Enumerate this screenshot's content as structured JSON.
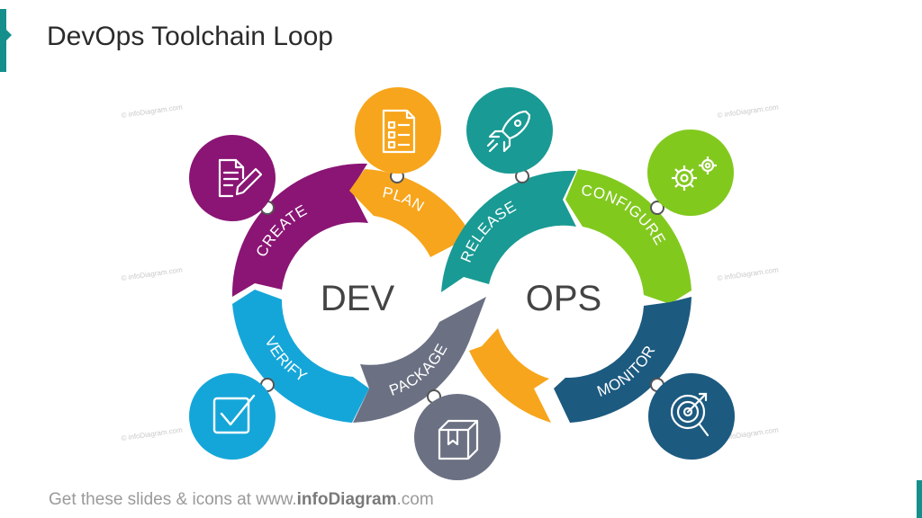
{
  "title": "DevOps Toolchain Loop",
  "footer": {
    "prefix": "Get these slides & icons at www.",
    "brand": "infoDiagram",
    "suffix": ".com"
  },
  "watermark": "© infoDiagram.com",
  "centers": {
    "left": "DEV",
    "right": "OPS"
  },
  "stages": [
    {
      "id": "plan",
      "label": "PLAN",
      "color": "#f7a51c",
      "icon": "checklist-icon"
    },
    {
      "id": "create",
      "label": "CREATE",
      "color": "#8a1574",
      "icon": "document-edit-icon"
    },
    {
      "id": "verify",
      "label": "VERIFY",
      "color": "#15a6d9",
      "icon": "checkbox-icon"
    },
    {
      "id": "package",
      "label": "PACKAGE",
      "color": "#6b7183",
      "icon": "box-icon"
    },
    {
      "id": "release",
      "label": "RELEASE",
      "color": "#199a94",
      "icon": "rocket-icon"
    },
    {
      "id": "configure",
      "label": "CONFIGURE",
      "color": "#82c91e",
      "icon": "gears-icon"
    },
    {
      "id": "monitor",
      "label": "MONITOR",
      "color": "#1c5a80",
      "icon": "target-search-icon"
    }
  ],
  "colors": {
    "accent": "#148f8c",
    "blank_segment": "#f7a51c"
  }
}
